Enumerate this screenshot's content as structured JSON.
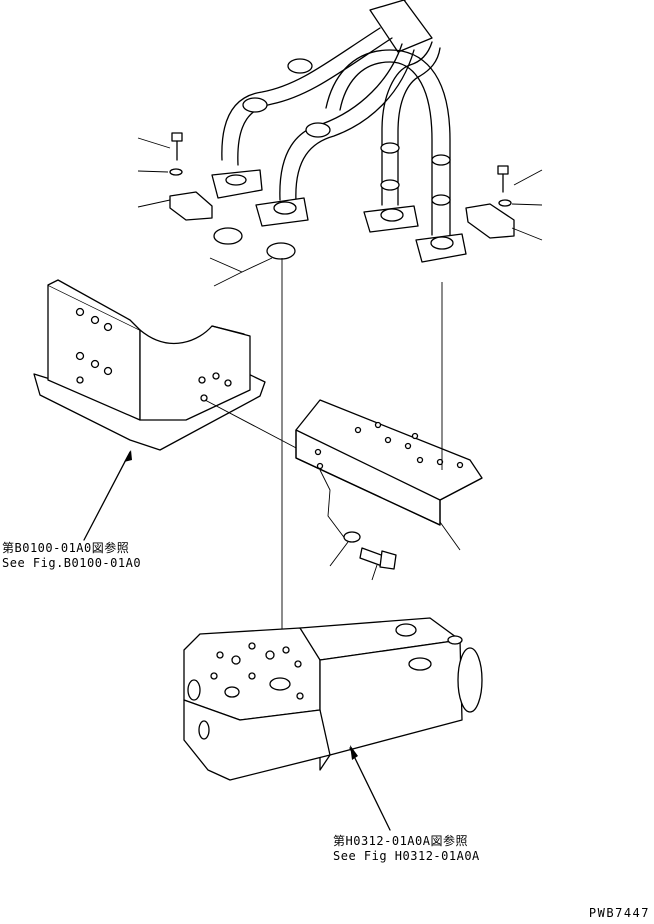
{
  "notes": {
    "left": {
      "line1": "第B0100-01A0図参照",
      "line2": "See Fig.B0100-01A0"
    },
    "bottom": {
      "line1": "第H0312-01A0A図参照",
      "line2": "See Fig H0312-01A0A"
    }
  },
  "drawing_id": "PWB7447"
}
